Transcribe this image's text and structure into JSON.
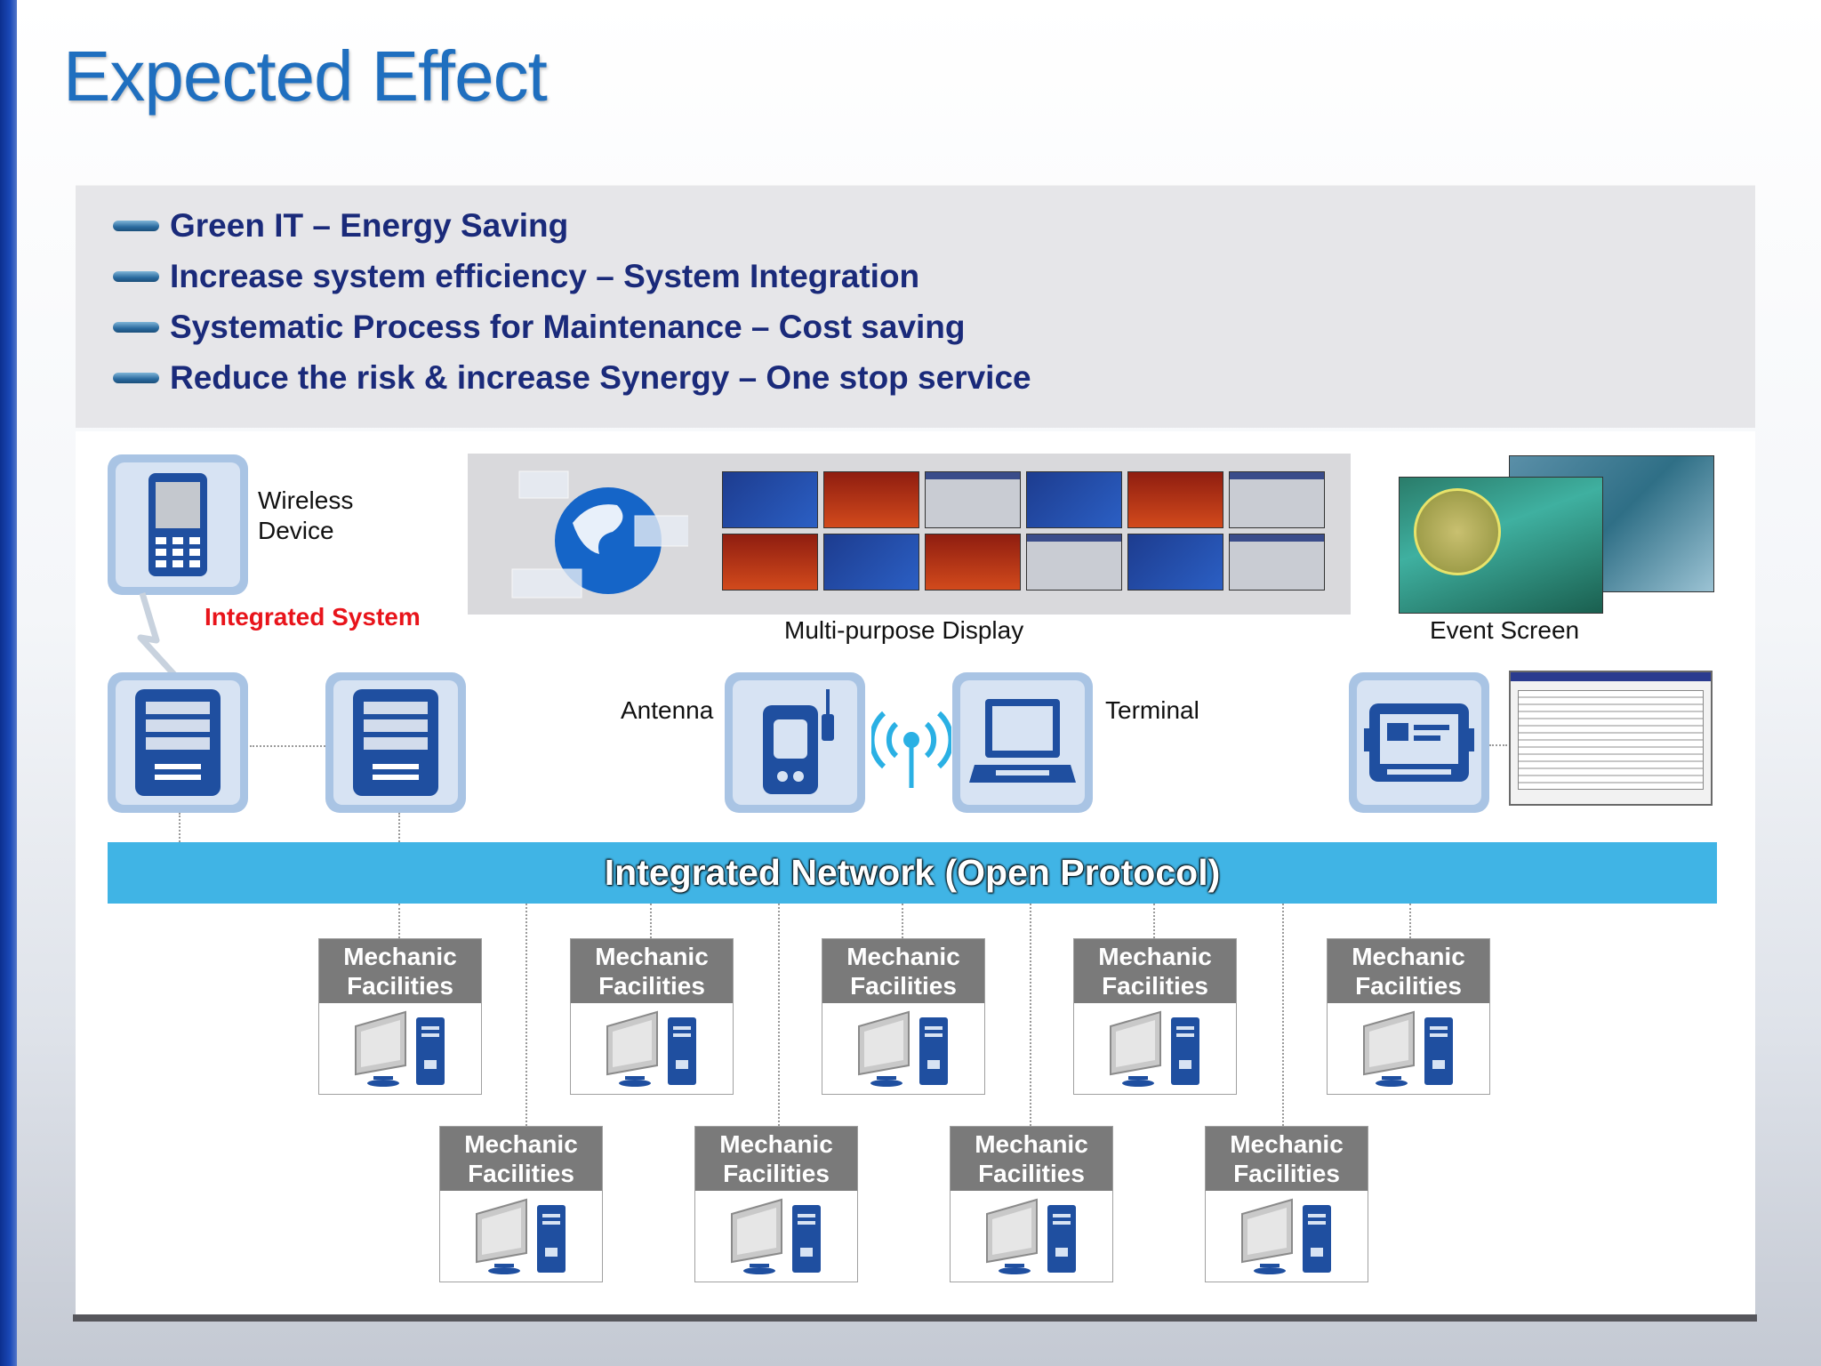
{
  "title": "Expected Effect",
  "bullets": [
    "Green IT – Energy Saving",
    "Increase system efficiency – System Integration",
    "Systematic Process for Maintenance – Cost saving",
    "Reduce the risk & increase Synergy – One stop service"
  ],
  "diagram": {
    "wireless_device_line1": "Wireless",
    "wireless_device_line2": "Device",
    "integrated_system": "Integrated System",
    "multi_purpose_display": "Multi-purpose Display",
    "event_screen": "Event Screen",
    "antenna": "Antenna",
    "terminal": "Terminal",
    "network": "Integrated Network (Open Protocol)",
    "facility_line1": "Mechanic",
    "facility_line2": "Facilities"
  },
  "colors": {
    "title": "#1f6fbf",
    "bullet_text": "#1a2a7a",
    "network_bar": "#40b4e5",
    "integrated_system": "#e8141b",
    "icon_frame": "#a9c4e4",
    "icon_blue": "#1f4fa0"
  }
}
